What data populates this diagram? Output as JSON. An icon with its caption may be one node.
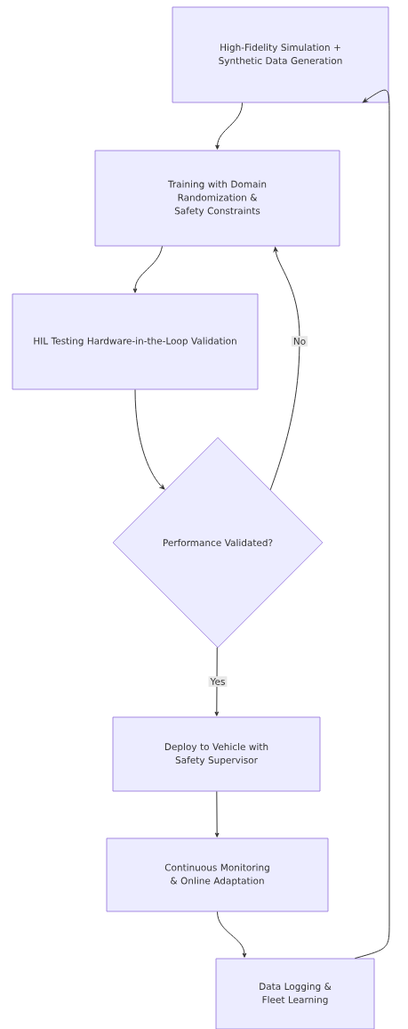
{
  "diagram": {
    "nodes": [
      {
        "text": [
          "High-Fidelity Simulation + Synthetic Data Generation"
        ]
      },
      {
        "text": [
          "Training with Domain Randomization & Safety Constraints"
        ]
      },
      {
        "text": [
          "HIL Testing Hardware-in-the-Loop Validation"
        ]
      },
      {
        "text": [
          "Performance Validated?"
        ]
      },
      {
        "text": [
          "Deploy to Vehicle with Safety Supervisor"
        ]
      },
      {
        "text": [
          "Continuous Monitoring & Online Adaptation"
        ]
      },
      {
        "text": [
          "Data Logging & Fleet Learning"
        ]
      }
    ],
    "edges": [
      {
        "from": 0,
        "to": 1,
        "arrow": "to"
      },
      {
        "from": 1,
        "to": 2,
        "arrow": "to"
      },
      {
        "from": 2,
        "to": 3,
        "arrow": "to"
      },
      {
        "from": 3,
        "to": 1,
        "arrow": "to",
        "label": "No"
      },
      {
        "from": 3,
        "to": 4,
        "arrow": "to",
        "label": "Yes"
      },
      {
        "from": 4,
        "to": 5,
        "arrow": "to"
      },
      {
        "from": 5,
        "to": 6,
        "arrow": "to"
      },
      {
        "from": 6,
        "to": 0,
        "arrow": "to"
      }
    ]
  }
}
